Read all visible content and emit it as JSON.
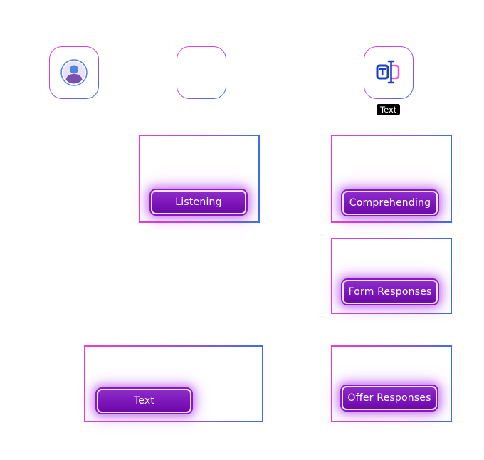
{
  "icons": {
    "profile": {
      "name": "user-avatar-icon"
    },
    "audio": {
      "name": "audio-wave-icon"
    },
    "text": {
      "name": "text-cursor-icon",
      "tooltip": "Text"
    }
  },
  "stages": {
    "listening": {
      "label": "Listening"
    },
    "comprehending": {
      "label": "Comprehending"
    },
    "form_responses": {
      "label": "Form Responses"
    },
    "text": {
      "label": "Text"
    },
    "offer_responses": {
      "label": "Offer Responses"
    }
  },
  "colors": {
    "gradient_pink": "#f03ad0",
    "gradient_blue": "#3b6fe6",
    "button_purple": "#7b14b8",
    "avatar_blue": "#4f86d8",
    "avatar_purple": "#7a4fb0"
  }
}
